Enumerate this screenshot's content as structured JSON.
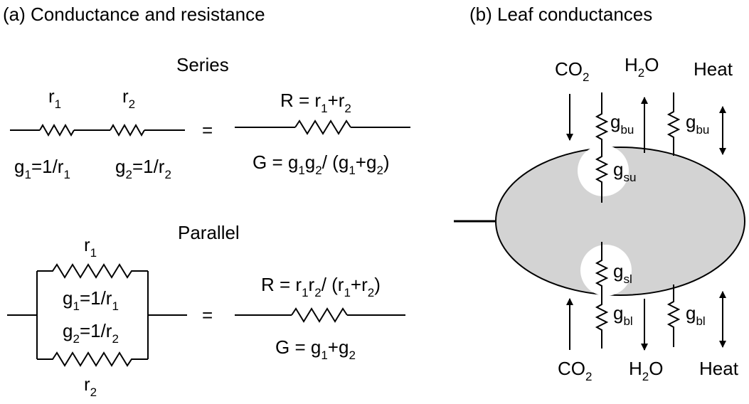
{
  "panel_a": {
    "title": "(a) Conductance and resistance",
    "series": {
      "heading": "Series",
      "r1": {
        "base": "r",
        "sub": "1"
      },
      "r2": {
        "base": "r",
        "sub": "2"
      },
      "g1_eq": {
        "a": "g",
        "a_sub": "1",
        "b": "=1/r",
        "b_sub": "1"
      },
      "g2_eq": {
        "a": "g",
        "a_sub": "2",
        "b": "=1/r",
        "b_sub": "2"
      },
      "equals": "=",
      "R_eq": {
        "p1": "R = r",
        "s1": "1",
        "p2": "+r",
        "s2": "2"
      },
      "G_eq": {
        "p1": "G = g",
        "s1": "1",
        "p2": "g",
        "s2": "2",
        "p3": "/ (g",
        "s3": "1",
        "p4": "+g",
        "s4": "2",
        "p5": ")"
      }
    },
    "parallel": {
      "heading": "Parallel",
      "r1": {
        "base": "r",
        "sub": "1"
      },
      "r2": {
        "base": "r",
        "sub": "2"
      },
      "g1_eq": {
        "a": "g",
        "a_sub": "1",
        "b": "=1/r",
        "b_sub": "1"
      },
      "g2_eq": {
        "a": "g",
        "a_sub": "2",
        "b": "=1/r",
        "b_sub": "2"
      },
      "equals": "=",
      "R_eq": {
        "p1": "R = r",
        "s1": "1",
        "p2": "r",
        "s2": "2",
        "p3": "/ (r",
        "s3": "1",
        "p4": "+r",
        "s4": "2",
        "p5": ")"
      },
      "G_eq": {
        "p1": "G = g",
        "s1": "1",
        "p2": "+g",
        "s2": "2"
      }
    }
  },
  "panel_b": {
    "title": "(b) Leaf conductances",
    "top": {
      "co2": {
        "base": "CO",
        "sub": "2"
      },
      "h2o": {
        "a": "H",
        "sub": "2",
        "b": "O"
      },
      "heat": "Heat",
      "g_bu_left": {
        "base": "g",
        "sub": "bu"
      },
      "g_bu_right": {
        "base": "g",
        "sub": "bu"
      },
      "g_su": {
        "base": "g",
        "sub": "su"
      }
    },
    "bottom": {
      "co2": {
        "base": "CO",
        "sub": "2"
      },
      "h2o": {
        "a": "H",
        "sub": "2",
        "b": "O"
      },
      "heat": "Heat",
      "g_sl": {
        "base": "g",
        "sub": "sl"
      },
      "g_bl_left": {
        "base": "g",
        "sub": "bl"
      },
      "g_bl_right": {
        "base": "g",
        "sub": "bl"
      }
    },
    "leaf_fill": "#d3d3d3"
  }
}
